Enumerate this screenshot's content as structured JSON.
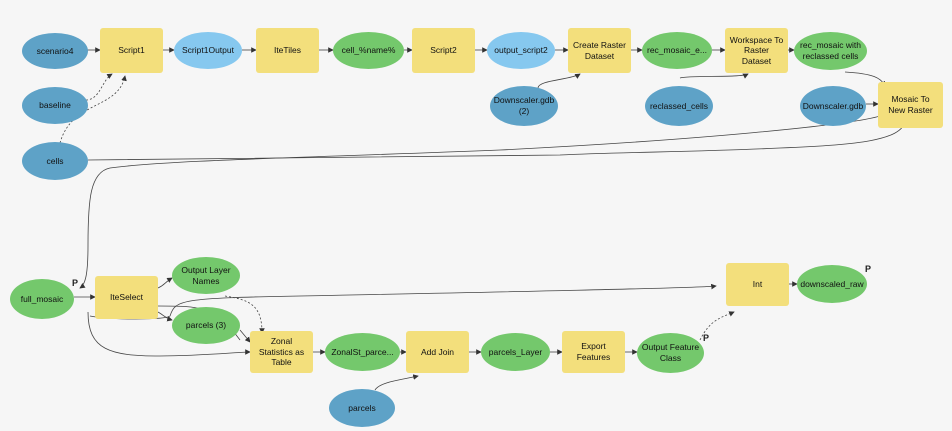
{
  "diagram": {
    "nodes": {
      "scenario4": "scenario4",
      "baseline": "baseline",
      "cells": "cells",
      "script1": "Script1",
      "script1output": "Script1Output",
      "itetiles": "IteTiles",
      "cell_name": "cell_%name%",
      "script2": "Script2",
      "output_script2": "output_script2",
      "downscaler_gdb_2": "Downscaler.gdb (2)",
      "create_raster_dataset": "Create Raster Dataset",
      "rec_mosaic_e": "rec_mosaic_e...",
      "reclassed_cells": "reclassed_cells",
      "workspace_to_raster": "Workspace To Raster Dataset",
      "rec_mosaic_reclassed": "rec_mosaic with reclassed cells",
      "downscaler_gdb": "Downscaler.gdb",
      "mosaic_to_new_raster": "Mosaic To New Raster",
      "full_mosaic": "full_mosaic",
      "iteselect": "IteSelect",
      "output_layer_names": "Output Layer Names",
      "parcels_3": "parcels (3)",
      "zonal_statistics": "Zonal Statistics as Table",
      "zonalst_parce": "ZonalSt_parce...",
      "parcels": "parcels",
      "add_join": "Add Join",
      "parcels_layer": "parcels_Layer",
      "export_features": "Export Features",
      "output_feature_class": "Output Feature Class",
      "int": "Int",
      "downscaled_raw": "downscaled_raw"
    },
    "param_marker": "P"
  }
}
